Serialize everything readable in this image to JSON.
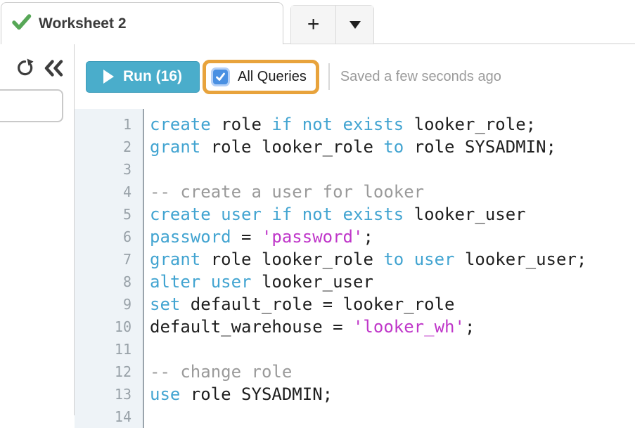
{
  "tab_bar": {
    "active_tab_label": "Worksheet 2",
    "new_tab_button_label": "+"
  },
  "toolbar": {
    "run_label": "Run (16)",
    "all_queries_label": "All Queries",
    "all_queries_checked": true,
    "saved_status": "Saved a few seconds ago"
  },
  "icons": {
    "tab_status": "check-icon",
    "refresh": "refresh-icon",
    "collapse_sidebar": "double-chevron-left-icon",
    "run": "play-icon",
    "tab_menu": "chevron-down-icon",
    "checkbox": "checkmark-icon"
  },
  "colors": {
    "run_button_teal": "#4aadcb",
    "highlight_orange": "#e8a33c",
    "checkbox_blue": "#4a90e2",
    "success_green": "#57a757",
    "keyword_blue": "#42a4d1",
    "string_magenta": "#bf36c9",
    "comment_gray": "#9a9a9a",
    "gutter_background": "#eef3f7"
  },
  "editor": {
    "lines": [
      {
        "num": 1,
        "tokens": [
          {
            "t": "kw",
            "v": "create"
          },
          {
            "t": "id",
            "v": " role "
          },
          {
            "t": "kw",
            "v": "if not exists"
          },
          {
            "t": "id",
            "v": " looker_role;"
          }
        ]
      },
      {
        "num": 2,
        "tokens": [
          {
            "t": "kw",
            "v": "grant"
          },
          {
            "t": "id",
            "v": " role looker_role "
          },
          {
            "t": "kw",
            "v": "to"
          },
          {
            "t": "id",
            "v": " role SYSADMIN;"
          }
        ]
      },
      {
        "num": 3,
        "tokens": []
      },
      {
        "num": 4,
        "tokens": [
          {
            "t": "com",
            "v": "-- create a user for looker"
          }
        ]
      },
      {
        "num": 5,
        "tokens": [
          {
            "t": "kw",
            "v": "create user if not exists"
          },
          {
            "t": "id",
            "v": " looker_user"
          }
        ]
      },
      {
        "num": 6,
        "tokens": [
          {
            "t": "kw",
            "v": "password"
          },
          {
            "t": "id",
            "v": " = "
          },
          {
            "t": "str",
            "v": "'password'"
          },
          {
            "t": "id",
            "v": ";"
          }
        ]
      },
      {
        "num": 7,
        "tokens": [
          {
            "t": "kw",
            "v": "grant"
          },
          {
            "t": "id",
            "v": " role looker_role "
          },
          {
            "t": "kw",
            "v": "to user"
          },
          {
            "t": "id",
            "v": " looker_user;"
          }
        ]
      },
      {
        "num": 8,
        "tokens": [
          {
            "t": "kw",
            "v": "alter user"
          },
          {
            "t": "id",
            "v": " looker_user"
          }
        ]
      },
      {
        "num": 9,
        "tokens": [
          {
            "t": "kw",
            "v": "set"
          },
          {
            "t": "id",
            "v": " default_role = looker_role"
          }
        ]
      },
      {
        "num": 10,
        "tokens": [
          {
            "t": "id",
            "v": "default_warehouse = "
          },
          {
            "t": "str",
            "v": "'looker_wh'"
          },
          {
            "t": "id",
            "v": ";"
          }
        ]
      },
      {
        "num": 11,
        "tokens": []
      },
      {
        "num": 12,
        "tokens": [
          {
            "t": "com",
            "v": "-- change role"
          }
        ]
      },
      {
        "num": 13,
        "tokens": [
          {
            "t": "kw",
            "v": "use"
          },
          {
            "t": "id",
            "v": " role SYSADMIN;"
          }
        ]
      },
      {
        "num": 14,
        "tokens": []
      }
    ]
  }
}
